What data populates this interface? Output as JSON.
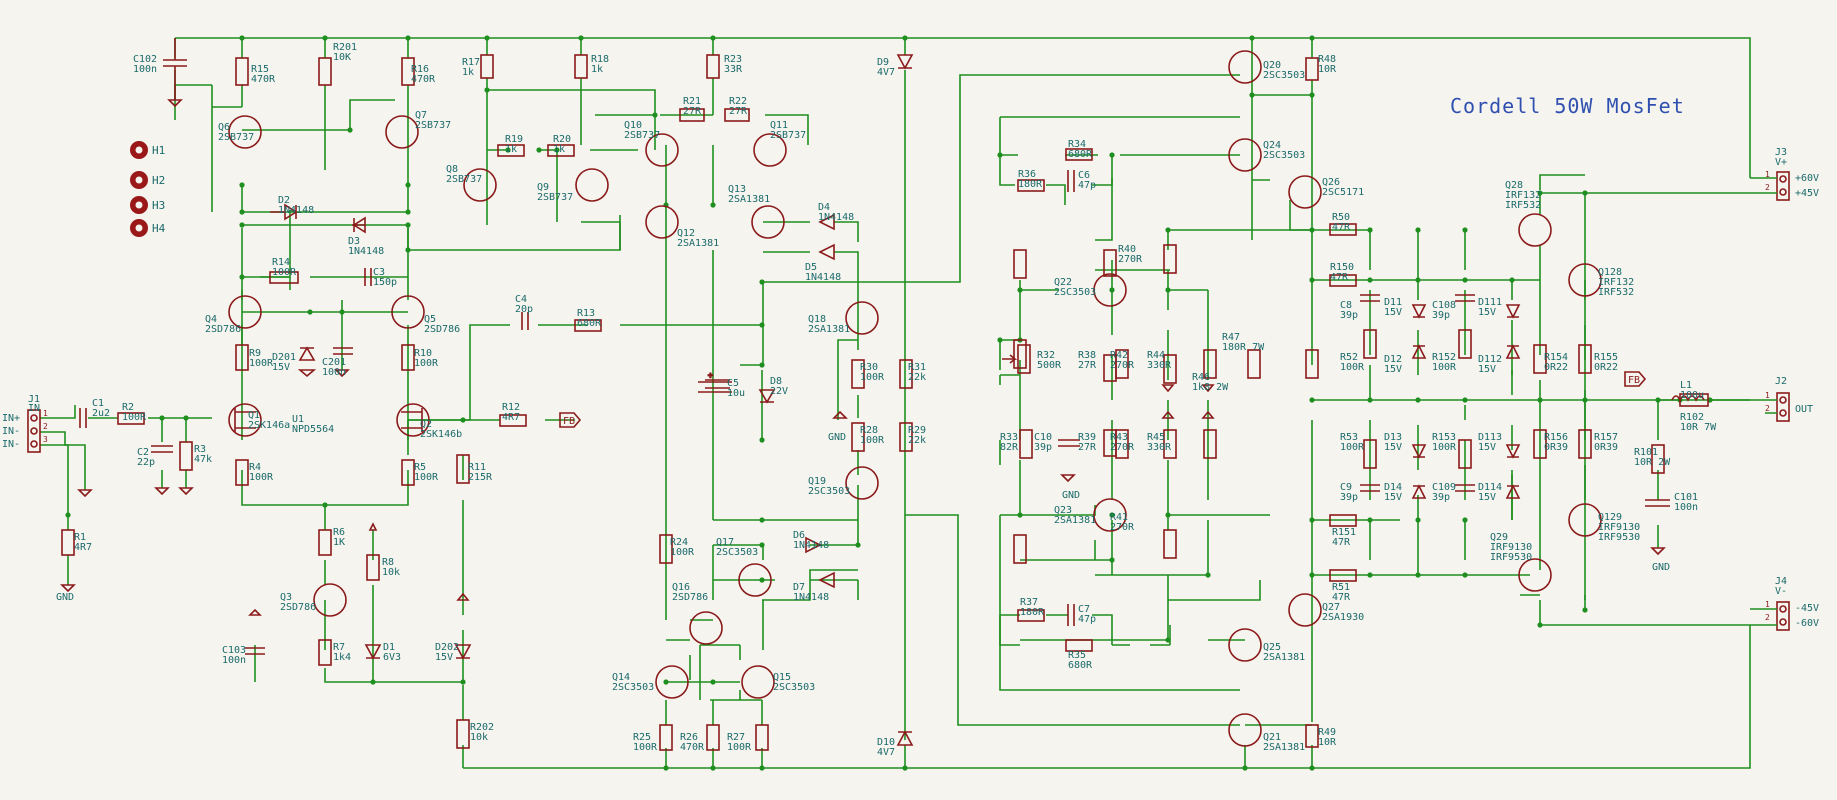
{
  "title": "Cordell 50W MosFet",
  "mounting_holes": [
    {
      "label": "H1"
    },
    {
      "label": "H2"
    },
    {
      "label": "H3"
    },
    {
      "label": "H4"
    }
  ],
  "connectors": {
    "J1": {
      "ref": "J1",
      "value": "IN",
      "pins": [
        "1",
        "2",
        "3"
      ],
      "nets": [
        "IN+",
        "IN-",
        "IN-"
      ]
    },
    "J2": {
      "ref": "J2",
      "value": "OUT",
      "pins": [
        "1",
        "2"
      ],
      "net": "OUT"
    },
    "J3": {
      "ref": "J3",
      "value": "V+",
      "pins": [
        "1",
        "2"
      ],
      "nets": [
        "+60V",
        "+45V"
      ]
    },
    "J4": {
      "ref": "J4",
      "value": "V-",
      "pins": [
        "1",
        "2"
      ],
      "nets": [
        "-45V",
        "-60V"
      ]
    }
  },
  "labels": {
    "fb": "FB",
    "gnd": "GND"
  },
  "components": [
    {
      "ref": "C102",
      "value": "100n"
    },
    {
      "ref": "R15",
      "value": "470R"
    },
    {
      "ref": "R201",
      "value": "10K"
    },
    {
      "ref": "R16",
      "value": "470R"
    },
    {
      "ref": "R17",
      "value": "1k"
    },
    {
      "ref": "R18",
      "value": "1k"
    },
    {
      "ref": "R23",
      "value": "33R"
    },
    {
      "ref": "D9",
      "value": "4V7"
    },
    {
      "ref": "Q20",
      "value": "2SC3503"
    },
    {
      "ref": "R48",
      "value": "10R"
    },
    {
      "ref": "Q6",
      "value": "2SB737"
    },
    {
      "ref": "Q7",
      "value": "2SB737"
    },
    {
      "ref": "R21",
      "value": "27R"
    },
    {
      "ref": "R22",
      "value": "27R"
    },
    {
      "ref": "Q10",
      "value": "2SB737"
    },
    {
      "ref": "Q11",
      "value": "2SB737"
    },
    {
      "ref": "R19",
      "value": "1k"
    },
    {
      "ref": "R20",
      "value": "1k"
    },
    {
      "ref": "Q8",
      "value": "2SB737"
    },
    {
      "ref": "Q9",
      "value": "2SB737"
    },
    {
      "ref": "Q13",
      "value": "2SA1381"
    },
    {
      "ref": "Q12",
      "value": "2SA1381"
    },
    {
      "ref": "D4",
      "value": "1N4148"
    },
    {
      "ref": "D5",
      "value": "1N4148"
    },
    {
      "ref": "D2",
      "value": "1N4148"
    },
    {
      "ref": "D3",
      "value": "1N4148"
    },
    {
      "ref": "R14",
      "value": "100R"
    },
    {
      "ref": "C3",
      "value": "150p"
    },
    {
      "ref": "Q4",
      "value": "2SD786"
    },
    {
      "ref": "Q5",
      "value": "2SD786"
    },
    {
      "ref": "C4",
      "value": "20p"
    },
    {
      "ref": "R13",
      "value": "680R"
    },
    {
      "ref": "D201",
      "value": "15V"
    },
    {
      "ref": "C201",
      "value": "100n"
    },
    {
      "ref": "R9",
      "value": "100R"
    },
    {
      "ref": "R10",
      "value": "100R"
    },
    {
      "ref": "Q18",
      "value": "2SA1381"
    },
    {
      "ref": "C1",
      "value": "2u2"
    },
    {
      "ref": "R2",
      "value": "100R"
    },
    {
      "ref": "C2",
      "value": "22p"
    },
    {
      "ref": "R3",
      "value": "47k"
    },
    {
      "ref": "Q1",
      "value": "2SK146a"
    },
    {
      "ref": "U1",
      "value": "NPD5564"
    },
    {
      "ref": "Q2",
      "value": "2SK146b"
    },
    {
      "ref": "R12",
      "value": "4R7"
    },
    {
      "ref": "C5",
      "value": "10u"
    },
    {
      "ref": "D8",
      "value": "22V"
    },
    {
      "ref": "R30",
      "value": "100R"
    },
    {
      "ref": "R31",
      "value": "22k"
    },
    {
      "ref": "R28",
      "value": "100R"
    },
    {
      "ref": "R29",
      "value": "22k"
    },
    {
      "ref": "R4",
      "value": "100R"
    },
    {
      "ref": "R5",
      "value": "100R"
    },
    {
      "ref": "R11",
      "value": "215R"
    },
    {
      "ref": "Q19",
      "value": "2SC3503"
    },
    {
      "ref": "R1",
      "value": "4R7"
    },
    {
      "ref": "R6",
      "value": "1K"
    },
    {
      "ref": "R8",
      "value": "10k"
    },
    {
      "ref": "Q3",
      "value": "2SD786"
    },
    {
      "ref": "R7",
      "value": "1k4"
    },
    {
      "ref": "D1",
      "value": "6V3"
    },
    {
      "ref": "D202",
      "value": "15V"
    },
    {
      "ref": "C103",
      "value": "100n"
    },
    {
      "ref": "R202",
      "value": "10k"
    },
    {
      "ref": "R24",
      "value": "100R"
    },
    {
      "ref": "Q17",
      "value": "2SC3503"
    },
    {
      "ref": "D6",
      "value": "1N4148"
    },
    {
      "ref": "D7",
      "value": "1N4148"
    },
    {
      "ref": "Q16",
      "value": "2SD786"
    },
    {
      "ref": "Q14",
      "value": "2SC3503"
    },
    {
      "ref": "Q15",
      "value": "2SC3503"
    },
    {
      "ref": "R25",
      "value": "100R"
    },
    {
      "ref": "R26",
      "value": "470R"
    },
    {
      "ref": "R27",
      "value": "100R"
    },
    {
      "ref": "D10",
      "value": "4V7"
    },
    {
      "ref": "Q24",
      "value": "2SC3503"
    },
    {
      "ref": "Q26",
      "value": "2SC5171"
    },
    {
      "ref": "R34",
      "value": "680R"
    },
    {
      "ref": "R36",
      "value": "180R"
    },
    {
      "ref": "C6",
      "value": "47p"
    },
    {
      "ref": "R50",
      "value": "47R"
    },
    {
      "ref": "Q28",
      "value": "IRF132",
      "alt": "IRF532"
    },
    {
      "ref": "R40",
      "value": "270R"
    },
    {
      "ref": "R150",
      "value": "47R"
    },
    {
      "ref": "Q128",
      "value": "IRF132",
      "alt": "IRF532"
    },
    {
      "ref": "Q22",
      "value": "2SC3503"
    },
    {
      "ref": "C8",
      "value": "39p"
    },
    {
      "ref": "D11",
      "value": "15V"
    },
    {
      "ref": "C108",
      "value": "39p"
    },
    {
      "ref": "D111",
      "value": "15V"
    },
    {
      "ref": "R32",
      "value": "500R"
    },
    {
      "ref": "R38",
      "value": "27R"
    },
    {
      "ref": "R42",
      "value": "270R"
    },
    {
      "ref": "R44",
      "value": "330R"
    },
    {
      "ref": "R46",
      "value": "1k8 2W"
    },
    {
      "ref": "R47",
      "value": "180R 7W"
    },
    {
      "ref": "R52",
      "value": "100R"
    },
    {
      "ref": "D12",
      "value": "15V"
    },
    {
      "ref": "R152",
      "value": "100R"
    },
    {
      "ref": "D112",
      "value": "15V"
    },
    {
      "ref": "R154",
      "value": "0R22"
    },
    {
      "ref": "R155",
      "value": "0R22"
    },
    {
      "ref": "L1",
      "value": "100u"
    },
    {
      "ref": "R33",
      "value": "82R"
    },
    {
      "ref": "C10",
      "value": "39p"
    },
    {
      "ref": "R39",
      "value": "27R"
    },
    {
      "ref": "R43",
      "value": "270R"
    },
    {
      "ref": "R45",
      "value": "330R"
    },
    {
      "ref": "R53",
      "value": "100R"
    },
    {
      "ref": "D13",
      "value": "15V"
    },
    {
      "ref": "R153",
      "value": "100R"
    },
    {
      "ref": "D113",
      "value": "15V"
    },
    {
      "ref": "R156",
      "value": "0R39"
    },
    {
      "ref": "R157",
      "value": "0R39"
    },
    {
      "ref": "R102",
      "value": "10R 7W"
    },
    {
      "ref": "R101",
      "value": "10R 2W"
    },
    {
      "ref": "C101",
      "value": "100n"
    },
    {
      "ref": "Q23",
      "value": "2SA1381"
    },
    {
      "ref": "C9",
      "value": "39p"
    },
    {
      "ref": "D14",
      "value": "15V"
    },
    {
      "ref": "C109",
      "value": "39p"
    },
    {
      "ref": "D114",
      "value": "15V"
    },
    {
      "ref": "R41",
      "value": "270R"
    },
    {
      "ref": "R151",
      "value": "47R"
    },
    {
      "ref": "Q129",
      "value": "IRF9130",
      "alt": "IRF9530"
    },
    {
      "ref": "Q29",
      "value": "IRF9130",
      "alt": "IRF9530"
    },
    {
      "ref": "R51",
      "value": "47R"
    },
    {
      "ref": "R37",
      "value": "180R"
    },
    {
      "ref": "C7",
      "value": "47p"
    },
    {
      "ref": "Q27",
      "value": "2SA1930"
    },
    {
      "ref": "R35",
      "value": "680R"
    },
    {
      "ref": "Q25",
      "value": "2SA1381"
    },
    {
      "ref": "Q21",
      "value": "2SA1381"
    },
    {
      "ref": "R49",
      "value": "10R"
    }
  ]
}
